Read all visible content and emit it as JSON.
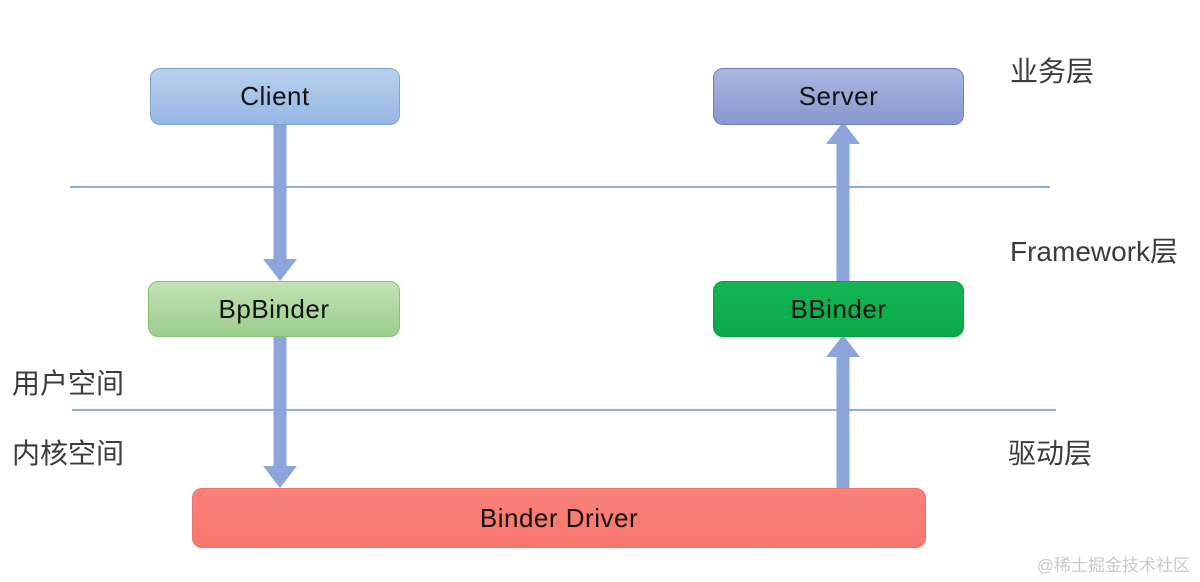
{
  "diagram": {
    "nodes": {
      "client": {
        "label": "Client",
        "color": "#a6c4e9"
      },
      "server": {
        "label": "Server",
        "color": "#97a6d8"
      },
      "bpbinder": {
        "label": "BpBinder",
        "color": "#aad79b"
      },
      "bbinder": {
        "label": "BBinder",
        "color": "#0db14e"
      },
      "binder_driver": {
        "label": "Binder Driver",
        "color": "#f87d73"
      }
    },
    "layers": {
      "business": "业务层",
      "framework": "Framework层",
      "user_space": "用户空间",
      "kernel_space": "内核空间",
      "driver": "驱动层"
    },
    "arrows": [
      {
        "from": "Client",
        "to": "BpBinder",
        "direction": "down"
      },
      {
        "from": "BpBinder",
        "to": "Binder Driver",
        "direction": "down"
      },
      {
        "from": "Binder Driver",
        "to": "BBinder",
        "direction": "up"
      },
      {
        "from": "BBinder",
        "to": "Server",
        "direction": "up"
      }
    ],
    "colors": {
      "arrow": "#8ca6db",
      "divider": "#91aed8"
    }
  },
  "watermark": "@稀土掘金技术社区"
}
